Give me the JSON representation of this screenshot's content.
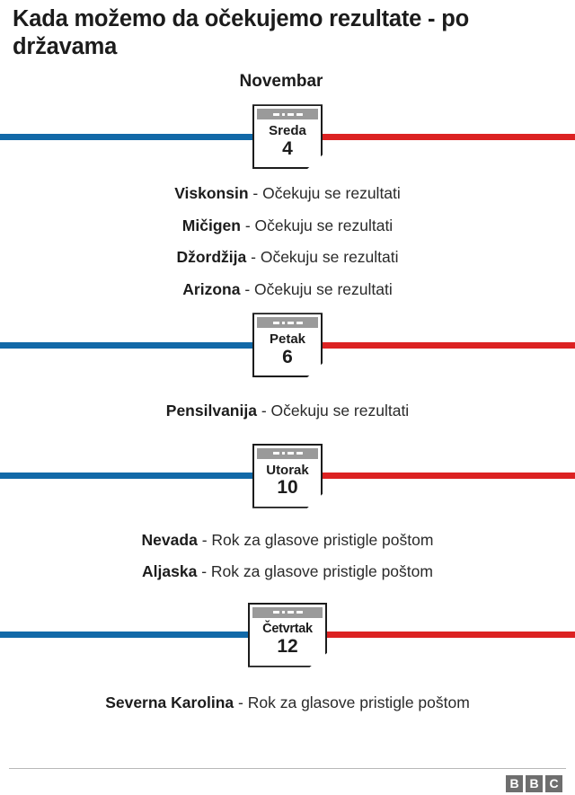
{
  "title": "Kada možemo da očekujemo rezultate - po državama",
  "month_label": "Novembar",
  "colors": {
    "democrat_line": "#1269a8",
    "republican_line": "#dc2222",
    "calendar_border": "#1c1c1c",
    "calendar_header": "#9a9a9a",
    "text": "#1c1c1c"
  },
  "groups": [
    {
      "calendar": {
        "dayname": "Sreda",
        "daynum": "4"
      },
      "entries": [
        {
          "state": "Viskonsin",
          "desc": "- Očekuju se rezultati"
        },
        {
          "state": "Mičigen",
          "desc": "- Očekuju se rezultati"
        },
        {
          "state": "Džordžija",
          "desc": "- Očekuju se rezultati"
        },
        {
          "state": "Arizona",
          "desc": "- Očekuju se rezultati"
        }
      ]
    },
    {
      "calendar": {
        "dayname": "Petak",
        "daynum": "6"
      },
      "entries": [
        {
          "state": "Pensilvanija",
          "desc": "- Očekuju se rezultati"
        }
      ]
    },
    {
      "calendar": {
        "dayname": "Utorak",
        "daynum": "10"
      },
      "entries": [
        {
          "state": "Nevada",
          "desc": "- Rok za glasove pristigle poštom"
        },
        {
          "state": "Aljaska",
          "desc": "- Rok za glasove pristigle poštom"
        }
      ]
    },
    {
      "calendar": {
        "dayname": "Četvrtak",
        "daynum": "12"
      },
      "entries": [
        {
          "state": "Severna Karolina",
          "desc": "- Rok za glasove pristigle poštom"
        }
      ]
    }
  ],
  "footer": {
    "logo_letters": [
      "B",
      "B",
      "C"
    ]
  }
}
